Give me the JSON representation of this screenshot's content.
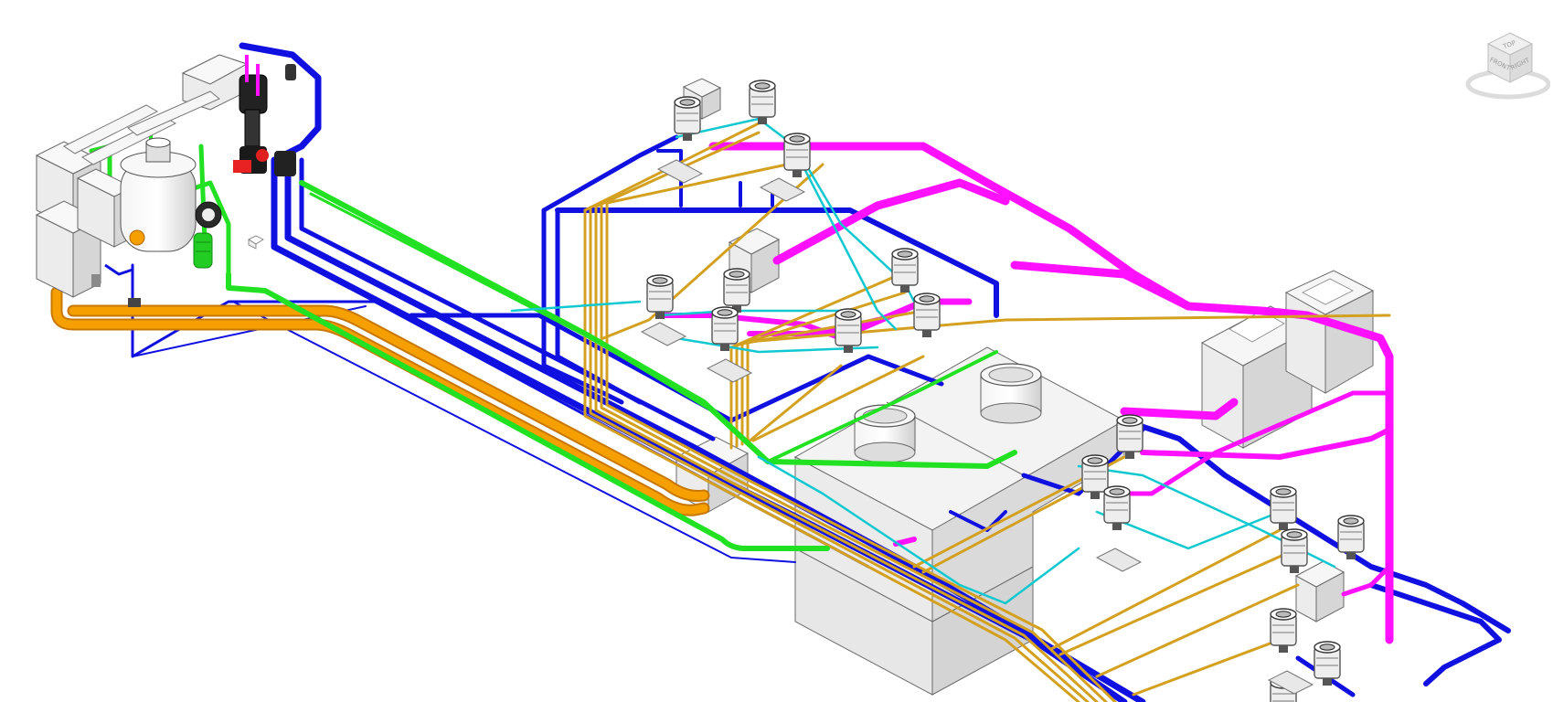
{
  "viewport": {
    "background": "#ffffff",
    "view_type": "3d-isometric-piping-model"
  },
  "colors": {
    "blue_pipe": "#1010e0",
    "magenta_pipe": "#ff10ff",
    "green_pipe": "#22e022",
    "orange_pipe": "#f5a000",
    "gold_pipe": "#d4a020",
    "cyan_pipe": "#10c8d0",
    "equipment": "#e4e4e4",
    "equipment_edge": "#707070"
  },
  "viewcube": {
    "top_label": "TOP",
    "front_label": "FRONT",
    "right_label": "RIGHT",
    "icon": "viewcube-icon"
  },
  "legend": []
}
